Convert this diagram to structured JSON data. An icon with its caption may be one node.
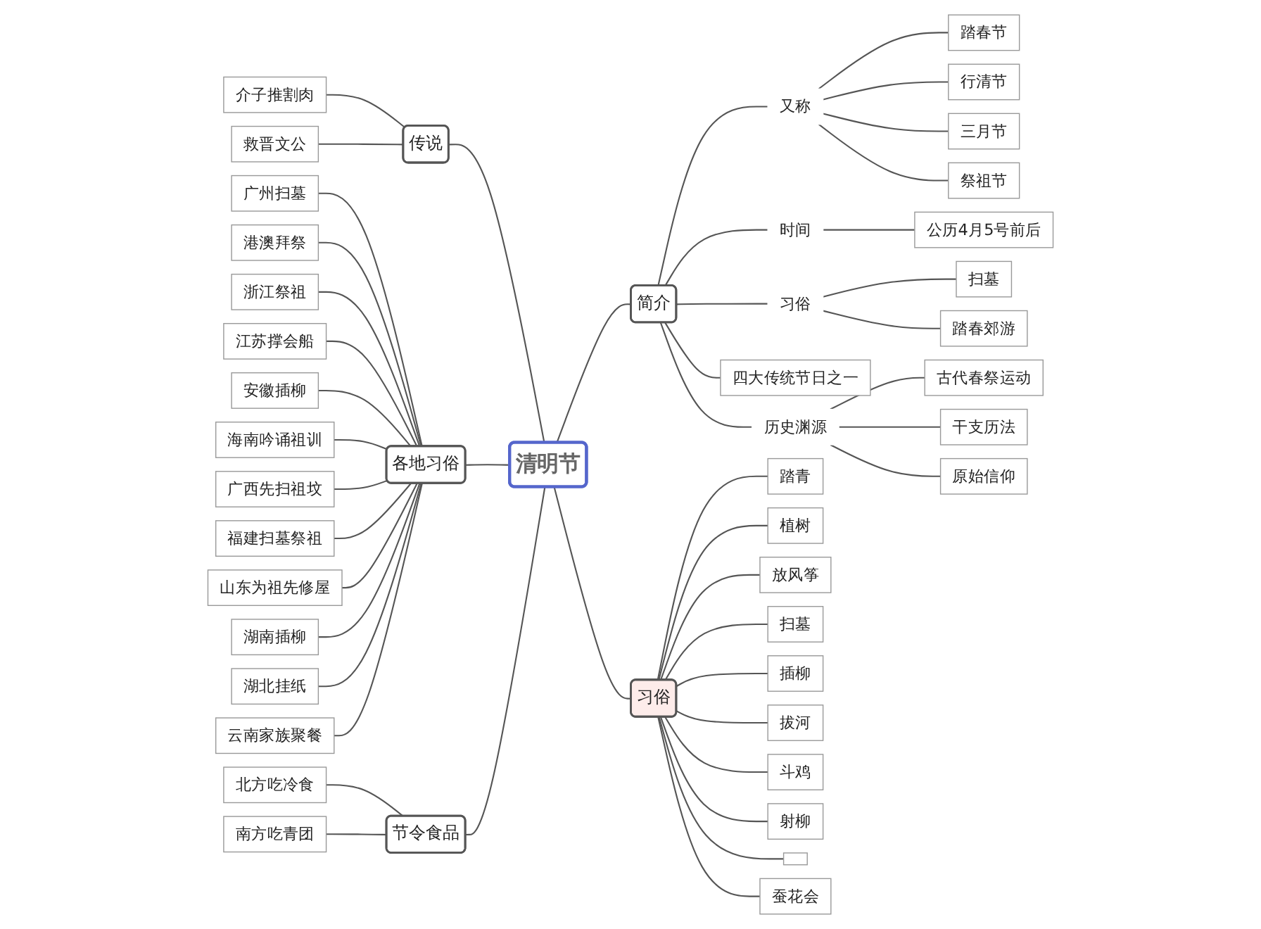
{
  "diagram": {
    "nodes": [
      {
        "text": [
          "清明节"
        ]
      },
      {
        "text": [
          "传说"
        ]
      },
      {
        "text": [
          "介子推割肉"
        ]
      },
      {
        "text": [
          "救晋文公"
        ]
      },
      {
        "text": [
          "各地习俗"
        ]
      },
      {
        "text": [
          "广州扫墓"
        ]
      },
      {
        "text": [
          "港澳拜祭"
        ]
      },
      {
        "text": [
          "浙江祭祖"
        ]
      },
      {
        "text": [
          "江苏撑会船"
        ]
      },
      {
        "text": [
          "安徽插柳"
        ]
      },
      {
        "text": [
          "海南吟诵祖训"
        ]
      },
      {
        "text": [
          "广西先扫祖坟"
        ]
      },
      {
        "text": [
          "福建扫墓祭祖"
        ]
      },
      {
        "text": [
          "山东为祖先修屋"
        ]
      },
      {
        "text": [
          "湖南插柳"
        ]
      },
      {
        "text": [
          "湖北挂纸"
        ]
      },
      {
        "text": [
          "云南家族聚餐"
        ]
      },
      {
        "text": [
          "节令食品"
        ]
      },
      {
        "text": [
          "北方吃冷食"
        ]
      },
      {
        "text": [
          "南方吃青团"
        ]
      },
      {
        "text": [
          "简介"
        ]
      },
      {
        "text": [
          "又称"
        ]
      },
      {
        "text": [
          "踏春节"
        ]
      },
      {
        "text": [
          "行清节"
        ]
      },
      {
        "text": [
          "三月节"
        ]
      },
      {
        "text": [
          "祭祖节"
        ]
      },
      {
        "text": [
          "时间"
        ]
      },
      {
        "text": [
          "公历4月5号前后"
        ]
      },
      {
        "text": [
          "习俗"
        ]
      },
      {
        "text": [
          "扫墓"
        ]
      },
      {
        "text": [
          "踏春郊游"
        ]
      },
      {
        "text": [
          "四大传统节日之一"
        ]
      },
      {
        "text": [
          "历史渊源"
        ]
      },
      {
        "text": [
          "古代春祭运动"
        ]
      },
      {
        "text": [
          "干支历法"
        ]
      },
      {
        "text": [
          "原始信仰"
        ]
      },
      {
        "text": [
          "习俗"
        ]
      },
      {
        "text": [
          "踏青"
        ]
      },
      {
        "text": [
          "植树"
        ]
      },
      {
        "text": [
          "放风筝"
        ]
      },
      {
        "text": [
          "扫墓"
        ]
      },
      {
        "text": [
          "插柳"
        ]
      },
      {
        "text": [
          "拔河"
        ]
      },
      {
        "text": [
          "斗鸡"
        ]
      },
      {
        "text": [
          "射柳"
        ]
      },
      {
        "text": [],
        "shape": "box"
      },
      {
        "text": [
          "蚕花会"
        ]
      }
    ],
    "edges": [
      {
        "from": 0,
        "to": 1,
        "arrow": "none"
      },
      {
        "from": 1,
        "to": 2,
        "arrow": "none"
      },
      {
        "from": 1,
        "to": 3,
        "arrow": "none"
      },
      {
        "from": 0,
        "to": 4,
        "arrow": "none"
      },
      {
        "from": 4,
        "to": 5,
        "arrow": "none"
      },
      {
        "from": 4,
        "to": 6,
        "arrow": "none"
      },
      {
        "from": 4,
        "to": 7,
        "arrow": "none"
      },
      {
        "from": 4,
        "to": 8,
        "arrow": "none"
      },
      {
        "from": 4,
        "to": 9,
        "arrow": "none"
      },
      {
        "from": 4,
        "to": 10,
        "arrow": "none"
      },
      {
        "from": 4,
        "to": 11,
        "arrow": "none"
      },
      {
        "from": 4,
        "to": 12,
        "arrow": "none"
      },
      {
        "from": 4,
        "to": 13,
        "arrow": "none"
      },
      {
        "from": 4,
        "to": 14,
        "arrow": "none"
      },
      {
        "from": 4,
        "to": 15,
        "arrow": "none"
      },
      {
        "from": 4,
        "to": 16,
        "arrow": "none"
      },
      {
        "from": 0,
        "to": 17,
        "arrow": "none"
      },
      {
        "from": 17,
        "to": 18,
        "arrow": "none"
      },
      {
        "from": 17,
        "to": 19,
        "arrow": "none"
      },
      {
        "from": 0,
        "to": 20,
        "arrow": "none"
      },
      {
        "from": 20,
        "to": 21,
        "arrow": "none"
      },
      {
        "from": 21,
        "to": 22,
        "arrow": "none"
      },
      {
        "from": 21,
        "to": 23,
        "arrow": "none"
      },
      {
        "from": 21,
        "to": 24,
        "arrow": "none"
      },
      {
        "from": 21,
        "to": 25,
        "arrow": "none"
      },
      {
        "from": 20,
        "to": 26,
        "arrow": "none"
      },
      {
        "from": 26,
        "to": 27,
        "arrow": "none"
      },
      {
        "from": 20,
        "to": 28,
        "arrow": "none"
      },
      {
        "from": 28,
        "to": 29,
        "arrow": "none"
      },
      {
        "from": 28,
        "to": 30,
        "arrow": "none"
      },
      {
        "from": 20,
        "to": 31,
        "arrow": "none"
      },
      {
        "from": 20,
        "to": 32,
        "arrow": "none"
      },
      {
        "from": 32,
        "to": 33,
        "arrow": "none"
      },
      {
        "from": 32,
        "to": 34,
        "arrow": "none"
      },
      {
        "from": 32,
        "to": 35,
        "arrow": "none"
      },
      {
        "from": 0,
        "to": 36,
        "arrow": "none"
      },
      {
        "from": 36,
        "to": 37,
        "arrow": "none"
      },
      {
        "from": 36,
        "to": 38,
        "arrow": "none"
      },
      {
        "from": 36,
        "to": 39,
        "arrow": "none"
      },
      {
        "from": 36,
        "to": 40,
        "arrow": "none"
      },
      {
        "from": 36,
        "to": 41,
        "arrow": "none"
      },
      {
        "from": 36,
        "to": 42,
        "arrow": "none"
      },
      {
        "from": 36,
        "to": 43,
        "arrow": "none"
      },
      {
        "from": 36,
        "to": 44,
        "arrow": "none"
      },
      {
        "from": 36,
        "to": 45,
        "arrow": "none"
      },
      {
        "from": 36,
        "to": 46,
        "arrow": "none"
      }
    ]
  }
}
